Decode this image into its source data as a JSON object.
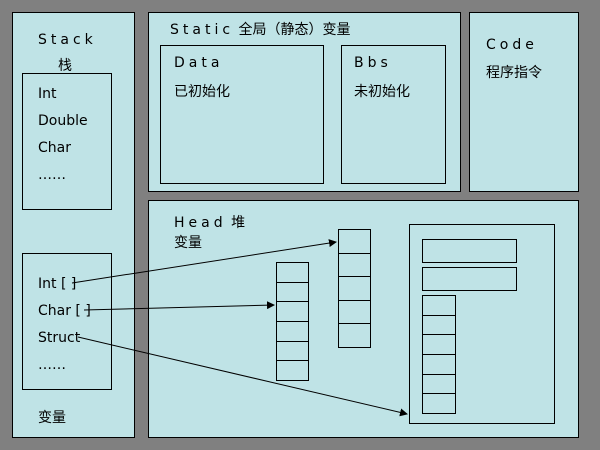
{
  "colors": {
    "background": "#808080",
    "panel": "#bfe3e6",
    "line": "#000000"
  },
  "stack": {
    "title": "Stack",
    "subtitle": "栈",
    "box1_items": [
      "Int",
      "Double",
      "Char",
      "……"
    ],
    "box2_items": [
      "Int [ ]",
      "Char [ ]",
      "Struct",
      "……"
    ],
    "footer": "变量"
  },
  "static": {
    "title_en": "Static",
    "title_cn": "全局（静态）变量",
    "data": {
      "title": "Data",
      "desc": "已初始化"
    },
    "bbs": {
      "title": "Bbs",
      "desc": "未初始化"
    }
  },
  "code": {
    "title": "Code",
    "desc": "程序指令"
  },
  "heap": {
    "title_en": "Head",
    "title_cn": "堆",
    "subtitle": "变量"
  },
  "arrays": {
    "col1_cells": 6,
    "col2_cells": 5,
    "inner_cells": 6
  }
}
